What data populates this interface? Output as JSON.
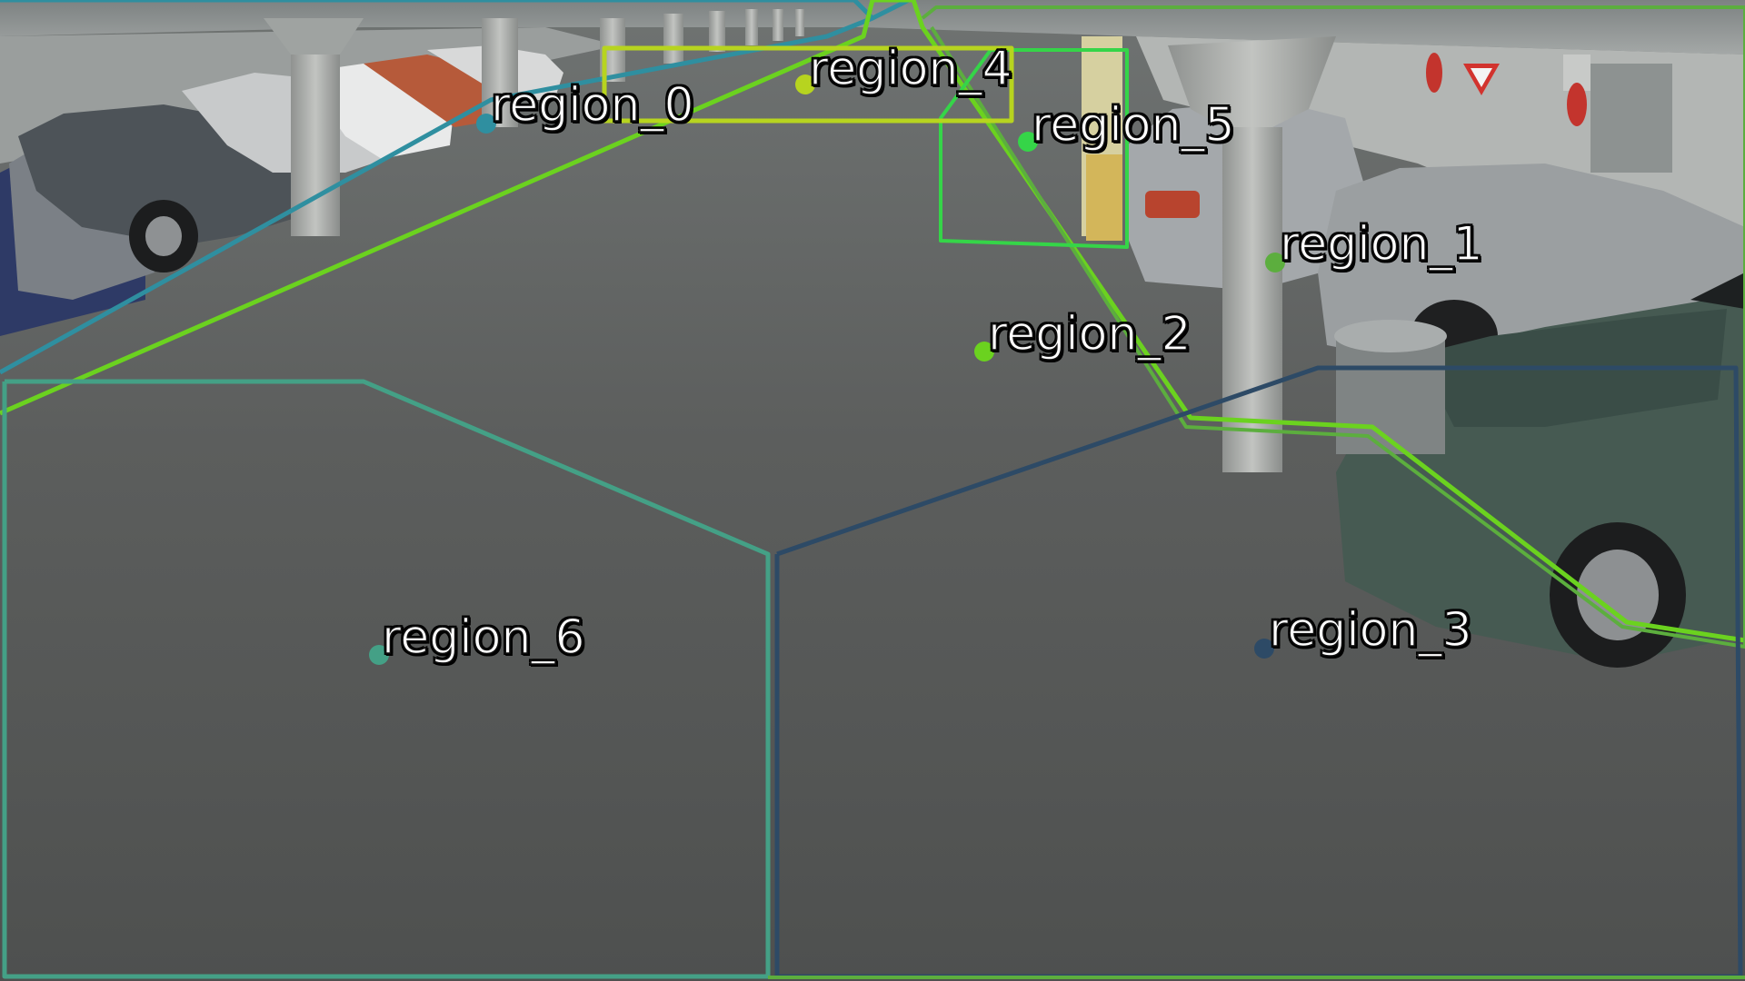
{
  "scene": {
    "description_colors": {
      "floor": "#5a5c5b",
      "ceiling": "#8a8f8f",
      "pillar": "#a7aaa8"
    }
  },
  "regions": [
    {
      "id": "region_0",
      "label": "region_0",
      "color": "#2f8fa0"
    },
    {
      "id": "region_1",
      "label": "region_1",
      "color": "#5cae3e"
    },
    {
      "id": "region_2",
      "label": "region_2",
      "color": "#6bd21f"
    },
    {
      "id": "region_3",
      "label": "region_3",
      "color": "#2d4a66"
    },
    {
      "id": "region_4",
      "label": "region_4",
      "color": "#35d548"
    },
    {
      "id": "region_5",
      "label": "region_5",
      "color": "#b7d41f"
    },
    {
      "id": "region_6",
      "label": "region_6",
      "color": "#44a086"
    }
  ]
}
